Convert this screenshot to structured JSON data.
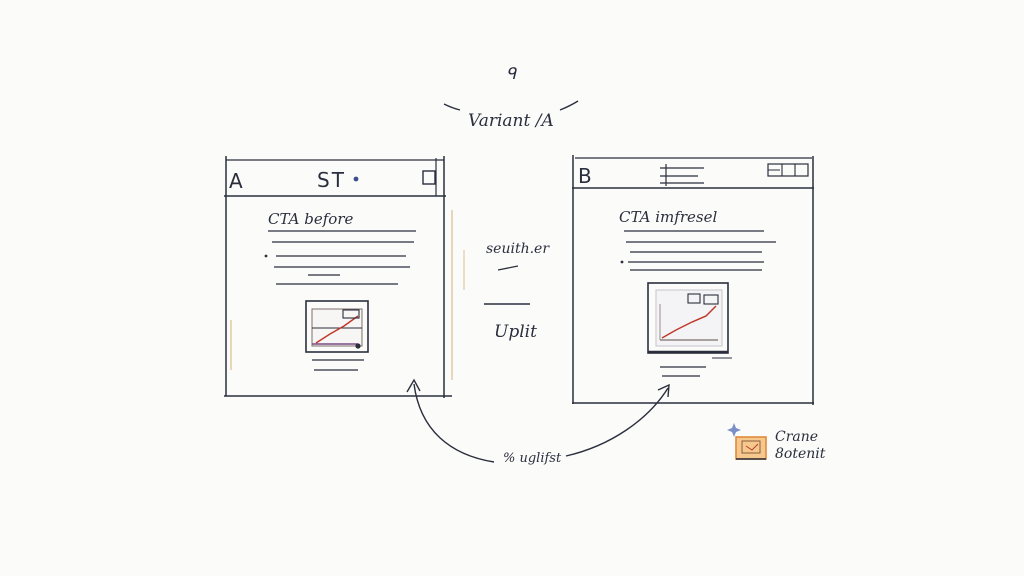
{
  "diagram": {
    "caret": "ᑫ",
    "title": "Variant /A",
    "panel_a": {
      "letter": "A",
      "header_text": "ST",
      "heading": "CTA before"
    },
    "panel_b": {
      "letter": "B",
      "heading": "CTA imfresel"
    },
    "middle": {
      "top_label": "seuith.er",
      "uplift_label": "Uplit"
    },
    "bottom_label": "% uglifst",
    "side_note": {
      "line1": "Crane",
      "line2": "8otenit"
    },
    "colors": {
      "ink": "#2b2f3d",
      "chart_red": "#c0392b",
      "accent_blue": "#3b4f8c",
      "margin_tan": "#e8d6b8",
      "note_orange": "#e08a3c",
      "note_fill": "#f5c98e"
    }
  }
}
